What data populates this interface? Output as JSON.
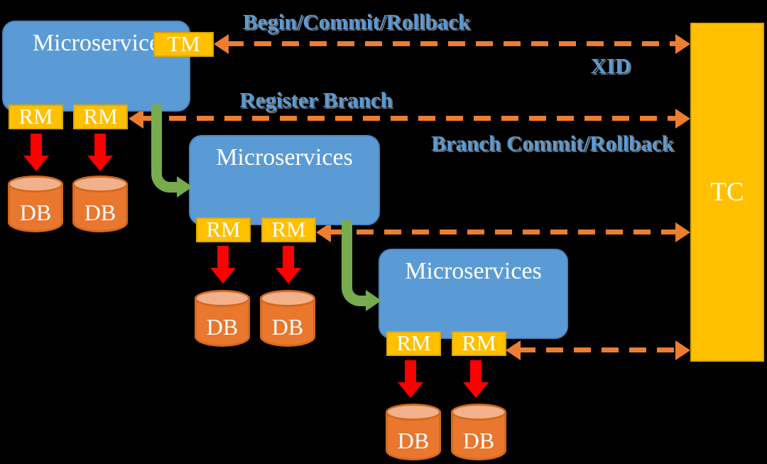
{
  "diagram": {
    "title_hint": "Distributed transaction coordination (TM / RM / TC)",
    "coordinator": {
      "label": "TC"
    },
    "messages": {
      "begin": "Begin/Commit/Rollback",
      "xid": "XID",
      "register": "Register Branch",
      "branch": "Branch Commit/Rollback"
    },
    "services": [
      {
        "name": "Microservice",
        "tm": "TM",
        "rm": [
          "RM",
          "RM"
        ],
        "db": [
          "DB",
          "DB"
        ]
      },
      {
        "name": "Microservices",
        "rm": [
          "RM",
          "RM"
        ],
        "db": [
          "DB",
          "DB"
        ]
      },
      {
        "name": "Microservices",
        "rm": [
          "RM",
          "RM"
        ],
        "db": [
          "DB",
          "DB"
        ]
      }
    ],
    "colors": {
      "background": "#000000",
      "service_fill": "#5B9BD5",
      "badge_fill": "#FFC000",
      "dashed_arrow": "#ED7D31",
      "flow_arrow": "#76AB4E",
      "db_arrow": "#FF0000",
      "db_fill": "#E9772E",
      "db_top": "#F2B18C",
      "label_text": "#5B9BD5"
    }
  }
}
